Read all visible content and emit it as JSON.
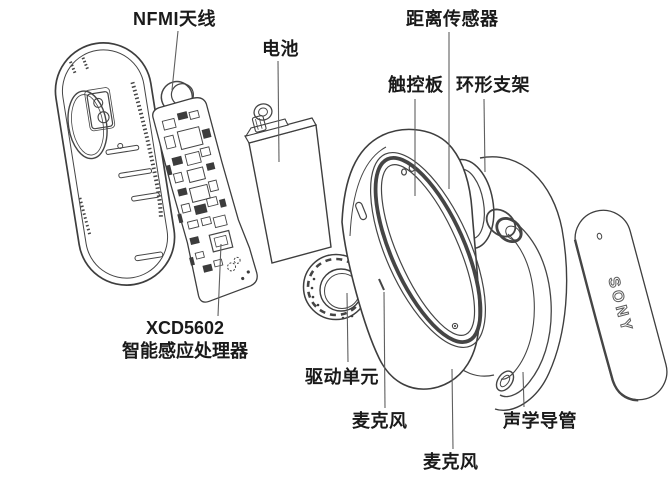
{
  "diagram": {
    "type": "exploded-view-product-diagram",
    "labels": {
      "nfmi_antenna": "NFMI天线",
      "battery": "电池",
      "distance_sensor": "距离传感器",
      "touchpad": "触控板",
      "ring_bracket": "环形支架",
      "processor_model": "XCD5602",
      "processor_name": "智能感应处理器",
      "driver_unit": "驱动单元",
      "microphone_left": "麦克风",
      "microphone_bottom": "麦克风",
      "acoustic_duct": "声学导管",
      "brand": "SONY"
    },
    "colors": {
      "background": "#ffffff",
      "line_art": "#3e3e3e",
      "label_text": "#1a1a1a",
      "leader_line": "#5f5f5f"
    }
  }
}
